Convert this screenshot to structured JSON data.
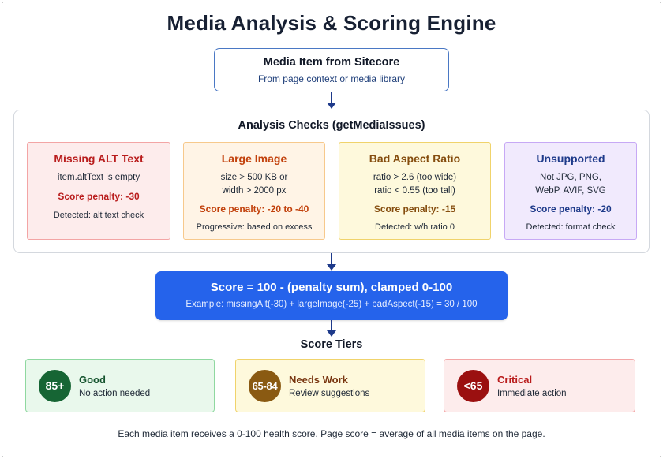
{
  "title": "Media Analysis & Scoring Engine",
  "source": {
    "heading": "Media Item from Sitecore",
    "subheading": "From page context or media library"
  },
  "checks": {
    "title": "Analysis Checks (getMediaIssues)",
    "cards": [
      {
        "title": "Missing ALT Text",
        "desc_lines": [
          "item.altText is empty"
        ],
        "penalty": "Score penalty: -30",
        "detected": "Detected: alt text check",
        "colors": {
          "accent": "#b91c1c",
          "bg": "#fdecec",
          "border": "#f3a5a5"
        }
      },
      {
        "title": "Large Image",
        "desc_lines": [
          "size > 500 KB or",
          "width > 2000 px"
        ],
        "penalty": "Score penalty: -20 to -40",
        "detected": "Progressive: based on excess",
        "colors": {
          "accent": "#c2410c",
          "bg": "#fff4e6",
          "border": "#f7c98c"
        }
      },
      {
        "title": "Bad Aspect Ratio",
        "desc_lines": [
          "ratio > 2.6 (too wide)",
          "ratio < 0.55 (too tall)"
        ],
        "penalty": "Score penalty: -15",
        "detected": "Detected: w/h ratio 0",
        "colors": {
          "accent": "#854d0e",
          "bg": "#fef9dc",
          "border": "#f0d36b"
        }
      },
      {
        "title": "Unsupported",
        "desc_lines": [
          "Not JPG, PNG,",
          "WebP, AVIF, SVG"
        ],
        "penalty": "Score penalty: -20",
        "detected": "Detected: format check",
        "colors": {
          "accent": "#1e3a8a",
          "bg": "#f1eafd",
          "border": "#c7a9f5"
        }
      }
    ]
  },
  "score": {
    "formula": "Score = 100 - (penalty sum), clamped 0-100",
    "example": "Example: missingAlt(-30) + largeImage(-25) + badAspect(-15) = 30 / 100",
    "color": "#2563eb"
  },
  "tiers": {
    "title": "Score Tiers",
    "items": [
      {
        "badge": "85+",
        "name": "Good",
        "desc": "No action needed",
        "color": "#166534"
      },
      {
        "badge": "65-84",
        "name": "Needs Work",
        "desc": "Review suggestions",
        "color": "#8a5a12"
      },
      {
        "badge": "<65",
        "name": "Critical",
        "desc": "Immediate action",
        "color": "#9b1010"
      }
    ]
  },
  "footer": "Each media item receives a 0-100 health score. Page score = average of all media items on the page."
}
